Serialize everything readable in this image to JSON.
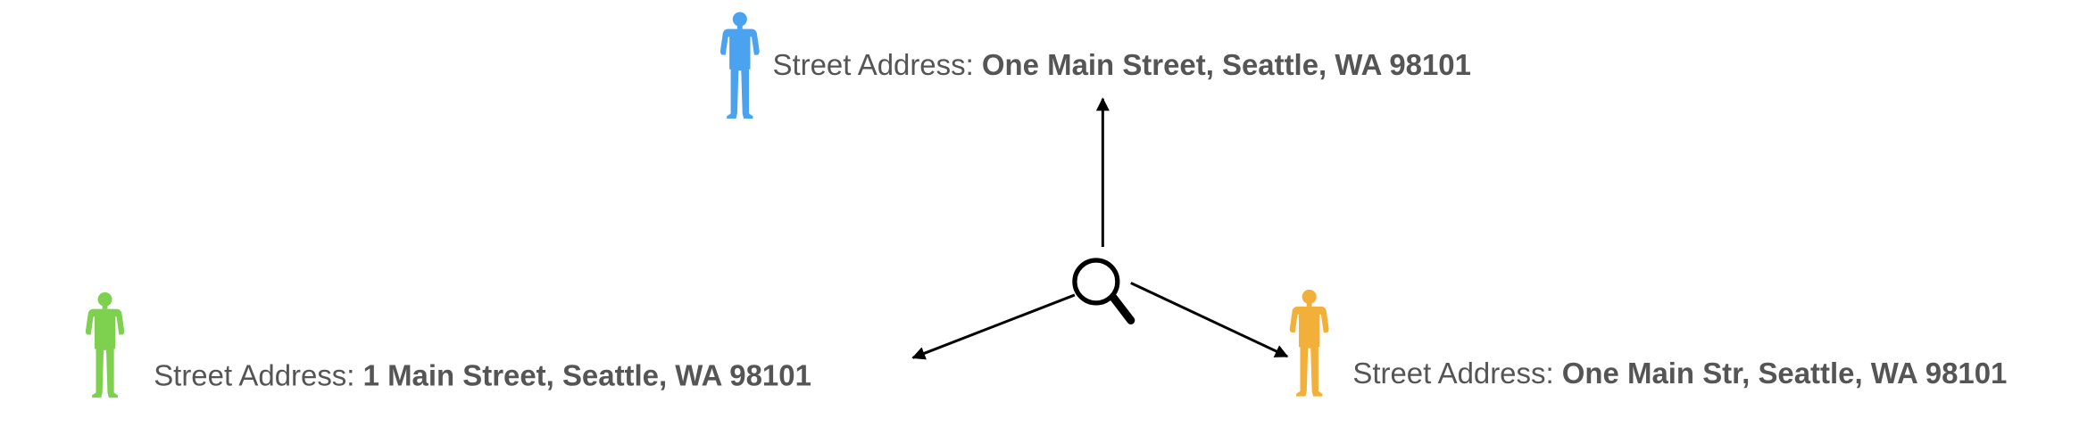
{
  "colors": {
    "person_top": "#4BA3F0",
    "person_left": "#7ED14F",
    "person_right": "#F2B03A",
    "text": "#555555",
    "arrow": "#000000"
  },
  "center": {
    "icon": "search-icon"
  },
  "records": [
    {
      "id": "top",
      "icon": "person-icon",
      "label": "Street Address:",
      "value": "One Main Street, Seattle, WA 98101"
    },
    {
      "id": "left",
      "icon": "person-icon",
      "label": "Street Address:",
      "value": "1 Main Street, Seattle, WA 98101"
    },
    {
      "id": "right",
      "icon": "person-icon",
      "label": "Street Address:",
      "value": "One Main Str, Seattle, WA 98101"
    }
  ]
}
